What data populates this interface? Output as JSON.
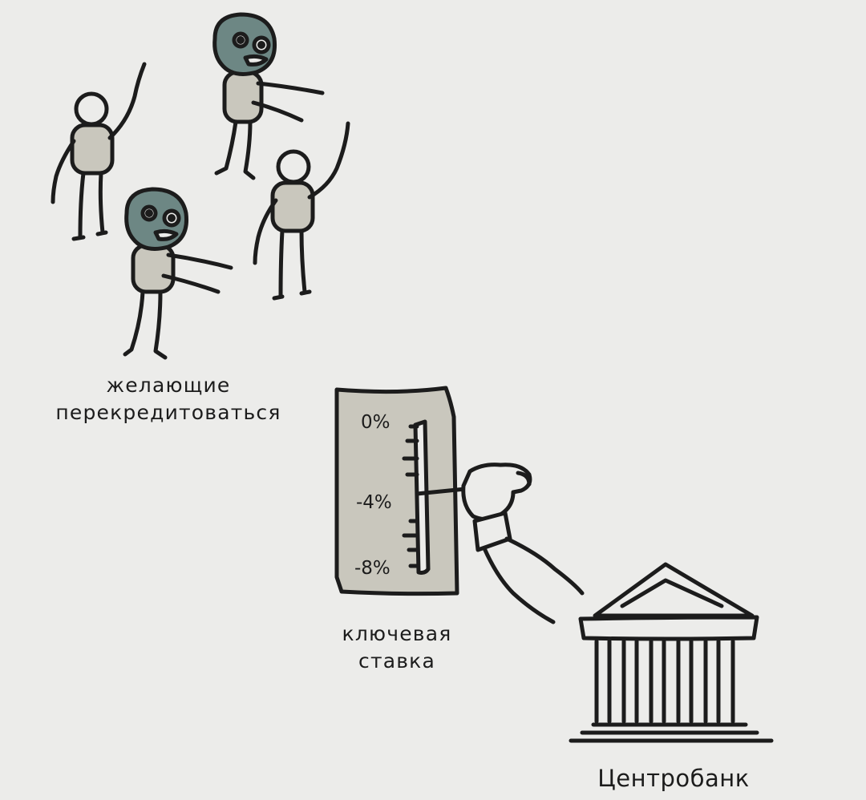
{
  "captions": {
    "people_line1": "желающие",
    "people_line2": "перекредитоваться",
    "rate_line1": "ключевая",
    "rate_line2": "ставка",
    "bank": "Центробанк"
  },
  "gauge": {
    "ticks": [
      "0%",
      "-4%",
      "-8%"
    ],
    "current_level": "-4%"
  },
  "colors": {
    "background": "#ececea",
    "ink": "#1c1c1c",
    "shirt": "#c9c7bd",
    "zombie_skin": "#6d8784",
    "gauge_fill": "#c9c7bd"
  },
  "figures": [
    {
      "kind": "person",
      "pose": "hand-raised"
    },
    {
      "kind": "zombie",
      "pose": "arms-forward"
    },
    {
      "kind": "person",
      "pose": "hand-raised"
    },
    {
      "kind": "zombie",
      "pose": "arms-forward"
    }
  ]
}
